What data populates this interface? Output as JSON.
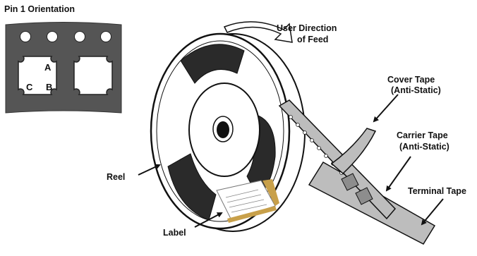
{
  "diagram": {
    "title": "Pin 1 Orientation",
    "pin_letters": {
      "a": "A",
      "b": "B",
      "c": "C"
    },
    "labels": {
      "user_direction": [
        "User Direction",
        "of Feed"
      ],
      "cover_tape": [
        "Cover Tape",
        "(Anti-Static)"
      ],
      "carrier_tape": [
        "Carrier Tape",
        "(Anti-Static)"
      ],
      "terminal_tape": "Terminal Tape",
      "reel": "Reel",
      "label": "Label"
    },
    "colors": {
      "strip": "#555555",
      "reel_dark": "#2a2a2a",
      "tape": "#bdbdbd",
      "label_accent": "#c8a04a",
      "outline": "#111111"
    }
  }
}
